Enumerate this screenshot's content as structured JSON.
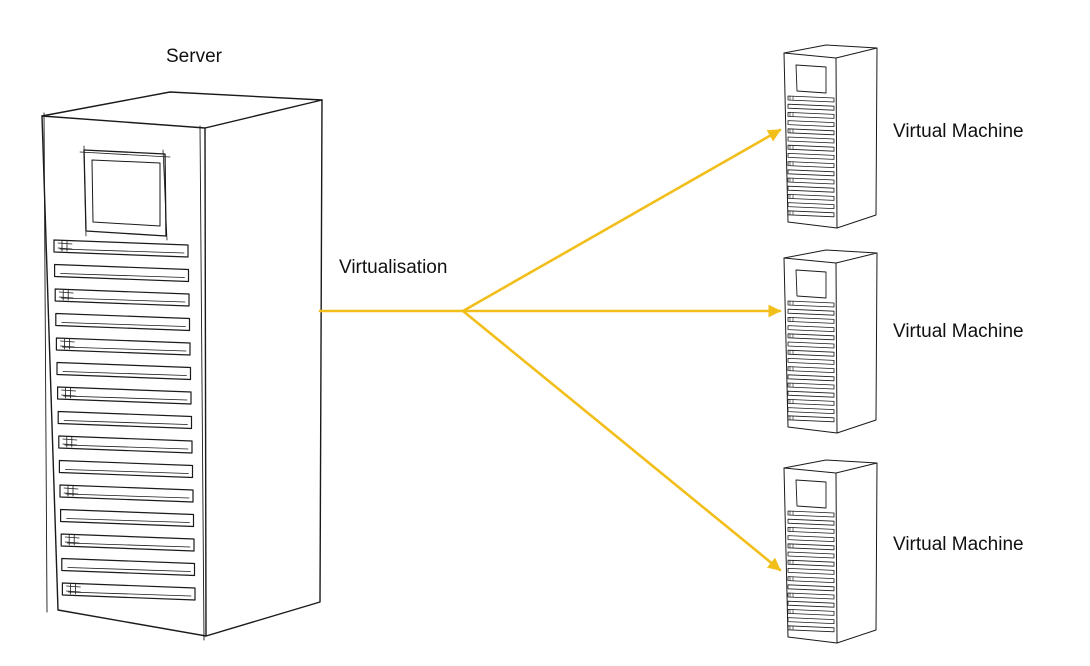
{
  "labels": {
    "server": "Server",
    "virtualisation": "Virtualisation",
    "virtual_machines": [
      "Virtual Machine",
      "Virtual Machine",
      "Virtual Machine"
    ]
  },
  "colors": {
    "arrow": "#F2BE1A",
    "sketch": "#1a1a1a",
    "background": "#ffffff"
  },
  "icons": {
    "server": "server-rack-icon",
    "virtual_machine": "virtual-machine-rack-icon",
    "arrow": "arrow-icon"
  }
}
